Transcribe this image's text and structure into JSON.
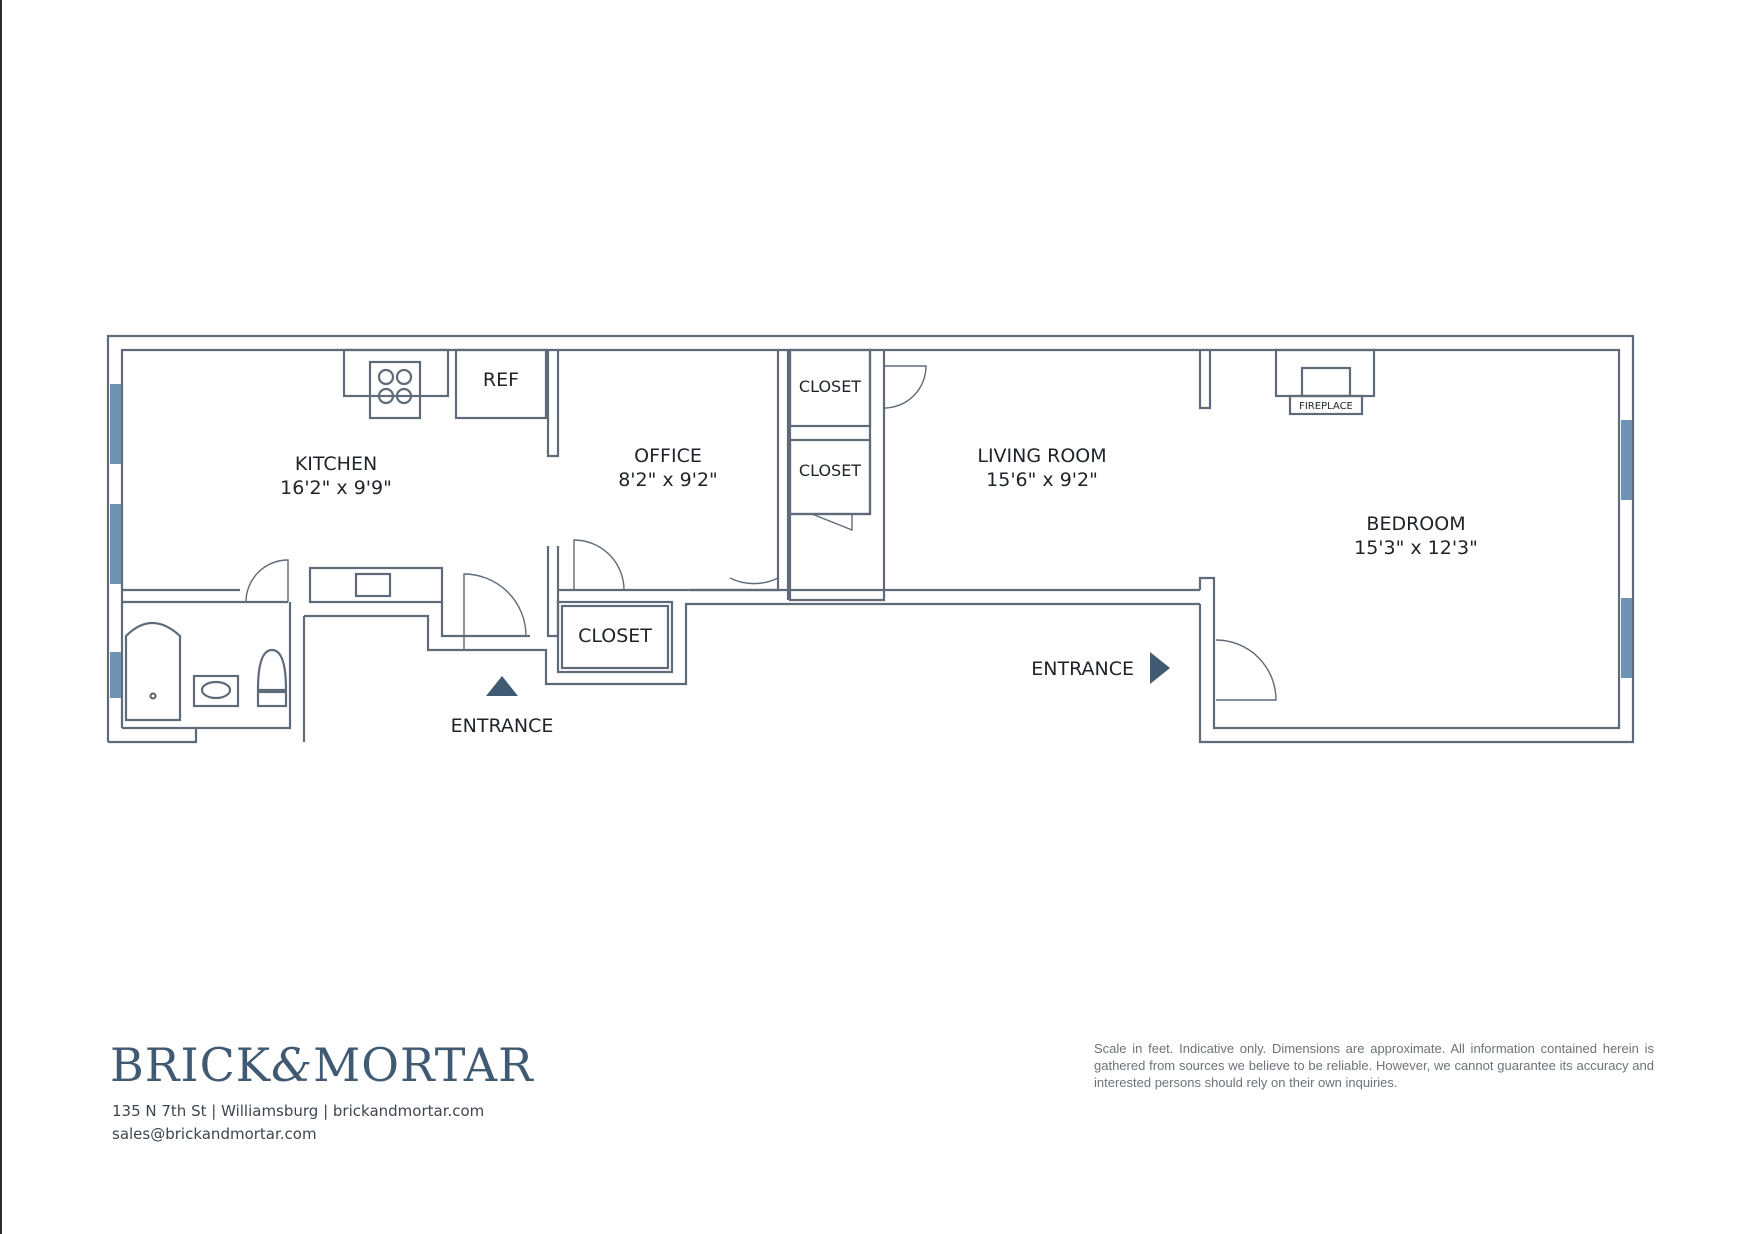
{
  "colors": {
    "wall": "#5f6b78",
    "window": "#6f94b3",
    "entrance_marker": "#3f5a72",
    "brand": "#3f5a72"
  },
  "rooms": {
    "kitchen": {
      "name": "KITCHEN",
      "size": "16'2\" x 9'9\""
    },
    "office": {
      "name": "OFFICE",
      "size": "8'2\" x 9'2\""
    },
    "living_room": {
      "name": "LIVING ROOM",
      "size": "15'6\" x 9'2\""
    },
    "bedroom": {
      "name": "BEDROOM",
      "size": "15'3\" x 12'3\""
    }
  },
  "fixtures": {
    "ref": "REF",
    "closet_top": "CLOSET",
    "closet_middle": "CLOSET",
    "closet_bottom": "CLOSET",
    "fireplace": "FIREPLACE"
  },
  "entrances": {
    "left": "ENTRANCE",
    "right": "ENTRANCE"
  },
  "footer": {
    "brand_left": "BRICK",
    "brand_amp": "&",
    "brand_right": "MORTAR",
    "address": "135 N 7th St | Williamsburg | brickandmortar.com",
    "email": "sales@brickandmortar.com",
    "disclaimer": "Scale in feet. Indicative only. Dimensions are approximate. All information contained herein is gathered from sources we believe to be reliable. However, we cannot guarantee its accuracy and interested persons should rely on their own inquiries."
  }
}
